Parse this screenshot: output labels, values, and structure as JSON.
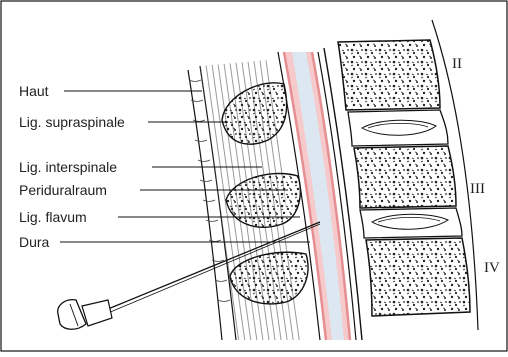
{
  "figure": {
    "labels": [
      {
        "id": "haut",
        "text": "Haut"
      },
      {
        "id": "supraspinale",
        "text": "Lig. supraspinale"
      },
      {
        "id": "interspinale",
        "text": "Lig. interspinale"
      },
      {
        "id": "periduralraum",
        "text": "Periduralraum"
      },
      {
        "id": "flavum",
        "text": "Lig. flavum"
      },
      {
        "id": "dura",
        "text": "Dura"
      }
    ],
    "vertebra_numbers": [
      "II",
      "III",
      "IV"
    ]
  },
  "colors": {
    "outline": "#111111",
    "dura_red": "#e58f93",
    "dura_fill": "#f6c9cb",
    "canal_blue": "#dde7f2",
    "bone": "#ffffff"
  }
}
